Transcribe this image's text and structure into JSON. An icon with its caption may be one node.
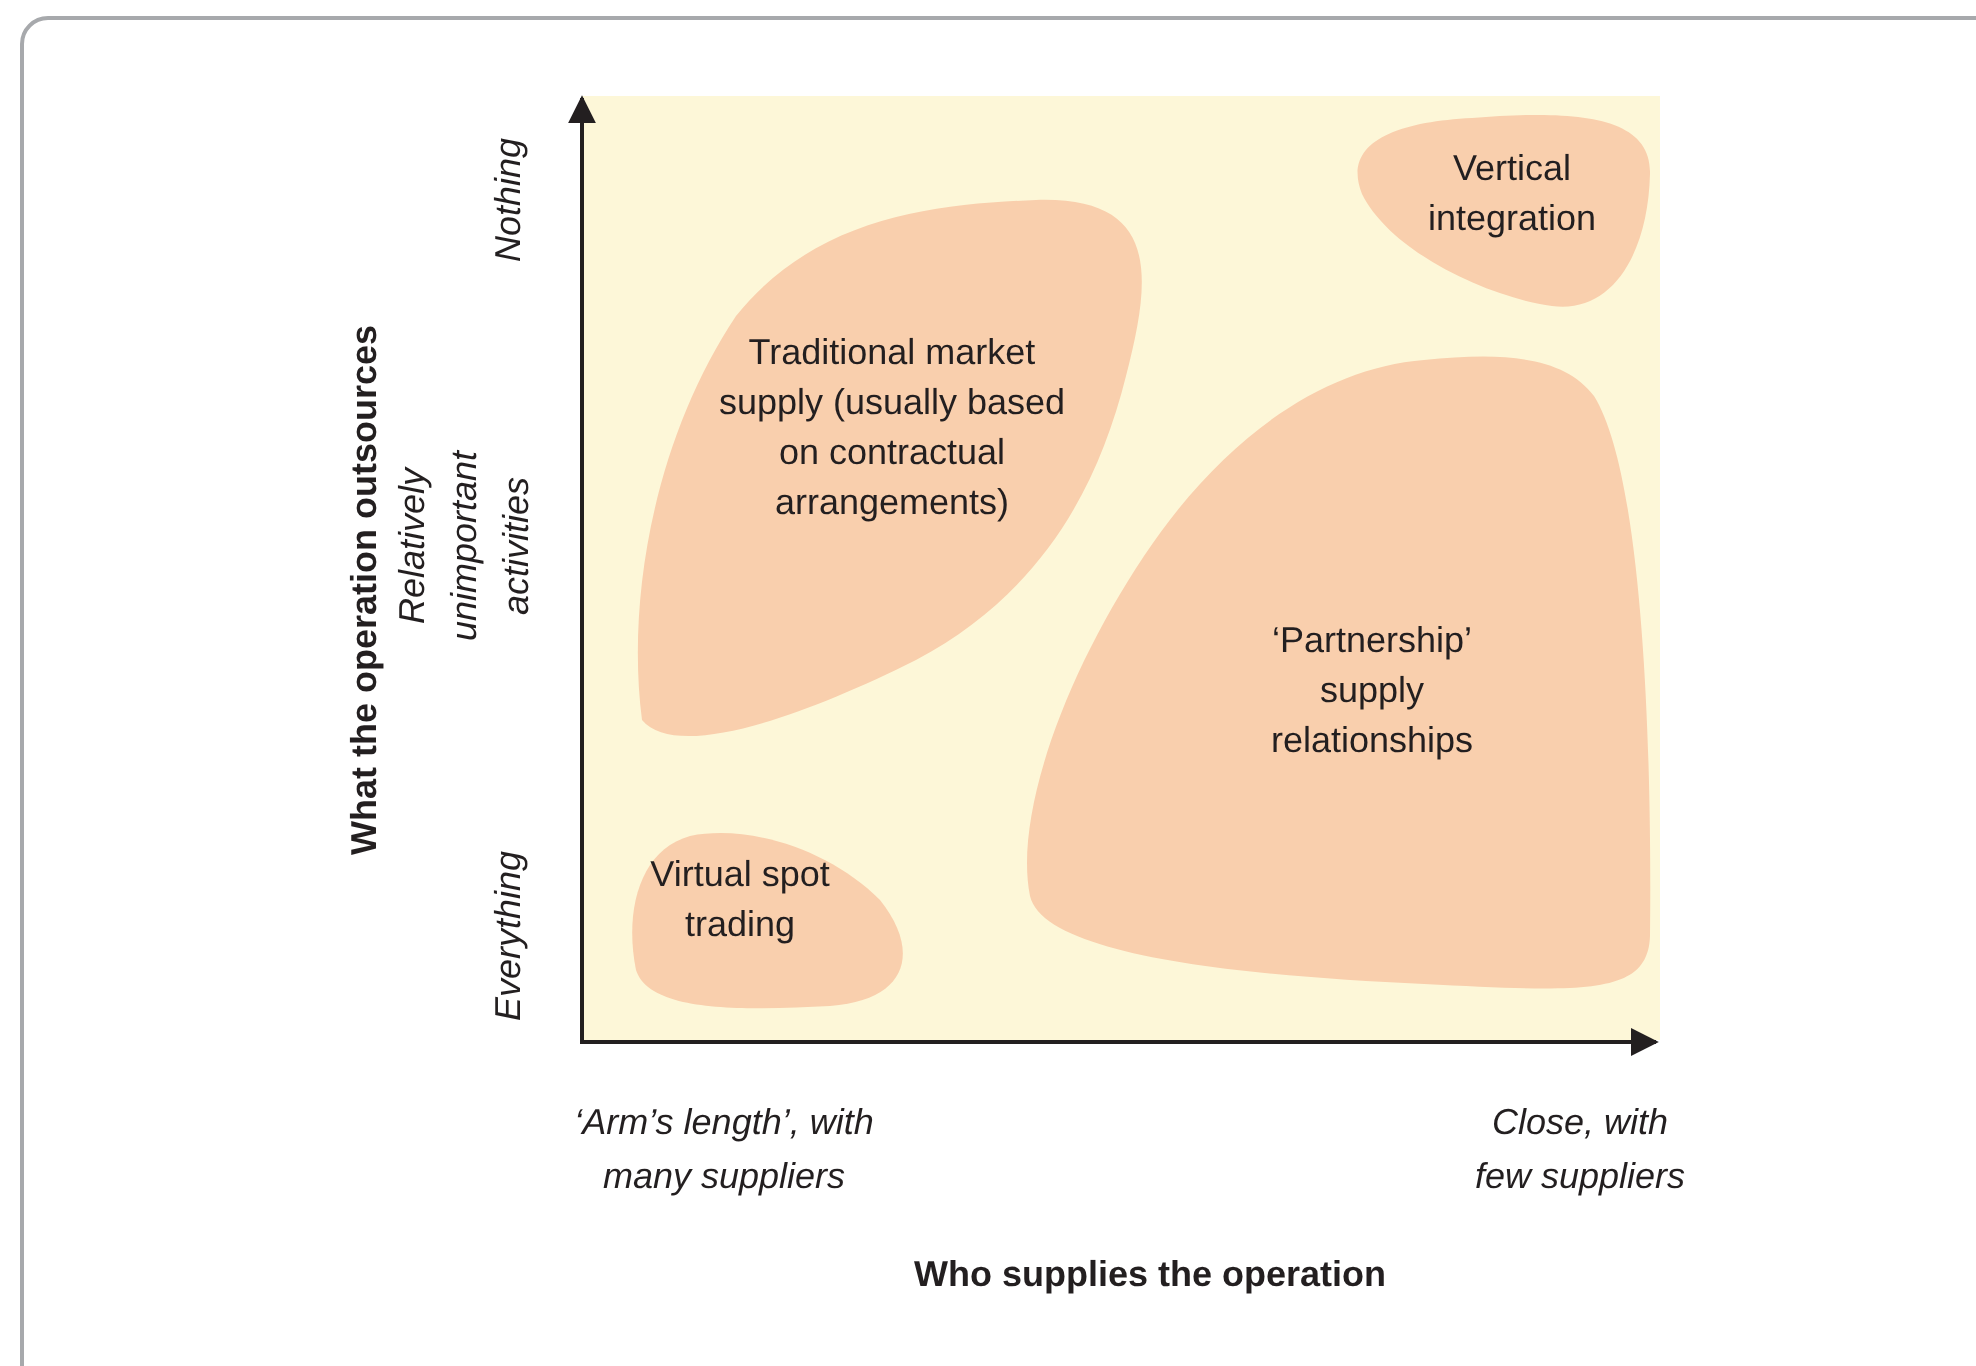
{
  "diagram": {
    "nodes": [
      {
        "text": [
          "Traditional market supply (usually based on contractual arrangements)"
        ]
      },
      {
        "text": [
          "Vertical integration"
        ]
      },
      {
        "text": [
          "‘Partnership’ supply relationships"
        ]
      },
      {
        "text": [
          "Virtual spot trading"
        ]
      }
    ],
    "labels": [
      "What the operation outsources",
      "Nothing",
      "Relatively unimportant activities",
      "Everything",
      "‘Arm’s length’, with many suppliers",
      "Close, with few suppliers",
      "Who supplies the operation"
    ]
  }
}
